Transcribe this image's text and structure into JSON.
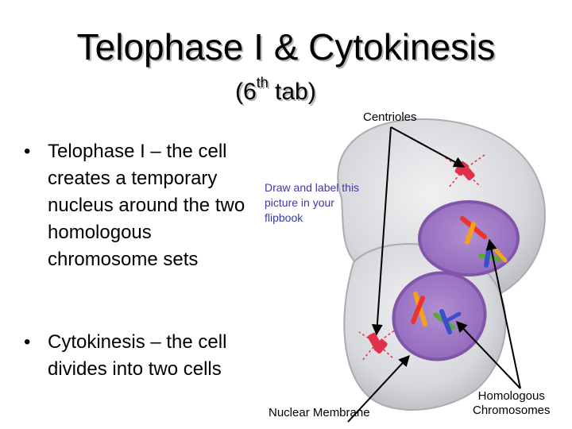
{
  "title": "Telophase I & Cytokinesis",
  "subtitle": {
    "prefix": "(6",
    "sup": "th",
    "suffix": " tab)"
  },
  "bullets": [
    {
      "dot": "•",
      "text": "Telophase I – the cell creates a temporary nucleus around the two homologous chromosome sets"
    },
    {
      "dot": "•",
      "text": "Cytokinesis – the cell divides into two cells"
    }
  ],
  "note": "Draw and label this picture in your flipbook",
  "labels": {
    "centrioles": "Centrioles",
    "nuclear_membrane": "Nuclear Membrane",
    "homologous_line1": "Homologous",
    "homologous_line2": "Chromosomes"
  },
  "colors": {
    "cell_fill": "#d9dade",
    "nucleus_fill": "#a37fc6",
    "nucleus_border": "#8156a8",
    "centriole": "#e0304a",
    "chromosome_red": "#e8352f",
    "chromosome_orange": "#f2a21b",
    "chromosome_blue": "#3a4fcc",
    "chromosome_green": "#5aa83a"
  }
}
